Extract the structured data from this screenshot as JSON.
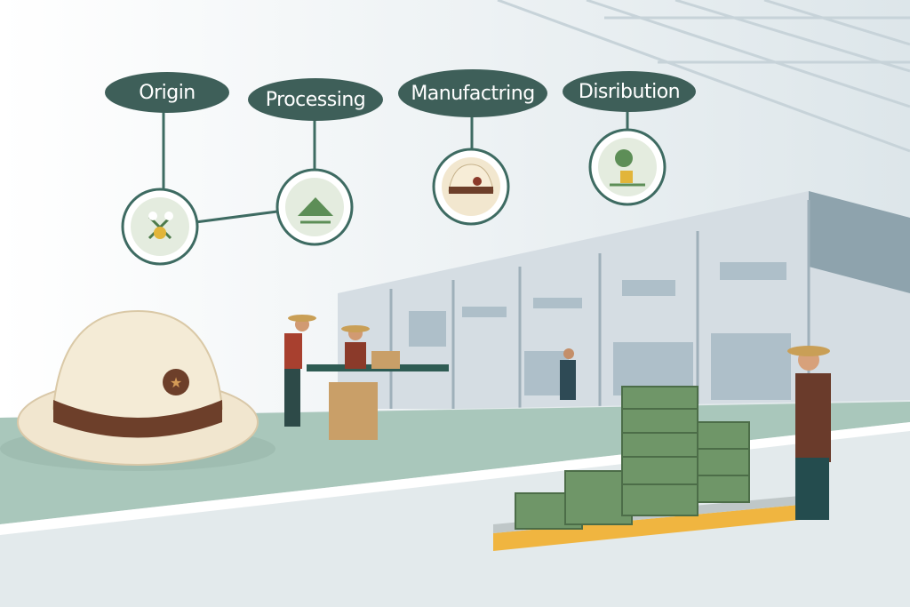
{
  "stages": [
    {
      "label": "Origin",
      "icon": "cotton-plant-icon"
    },
    {
      "label": "Processing",
      "icon": "leaves-processing-icon"
    },
    {
      "label": "Manufactring",
      "icon": "hat-icon"
    },
    {
      "label": "Disribution",
      "icon": "tree-box-icon"
    }
  ],
  "colors": {
    "pill": "#3e5f59",
    "line": "#3e6b62",
    "floor": "#a9c7bb",
    "warehouse": "#c9d3da"
  }
}
